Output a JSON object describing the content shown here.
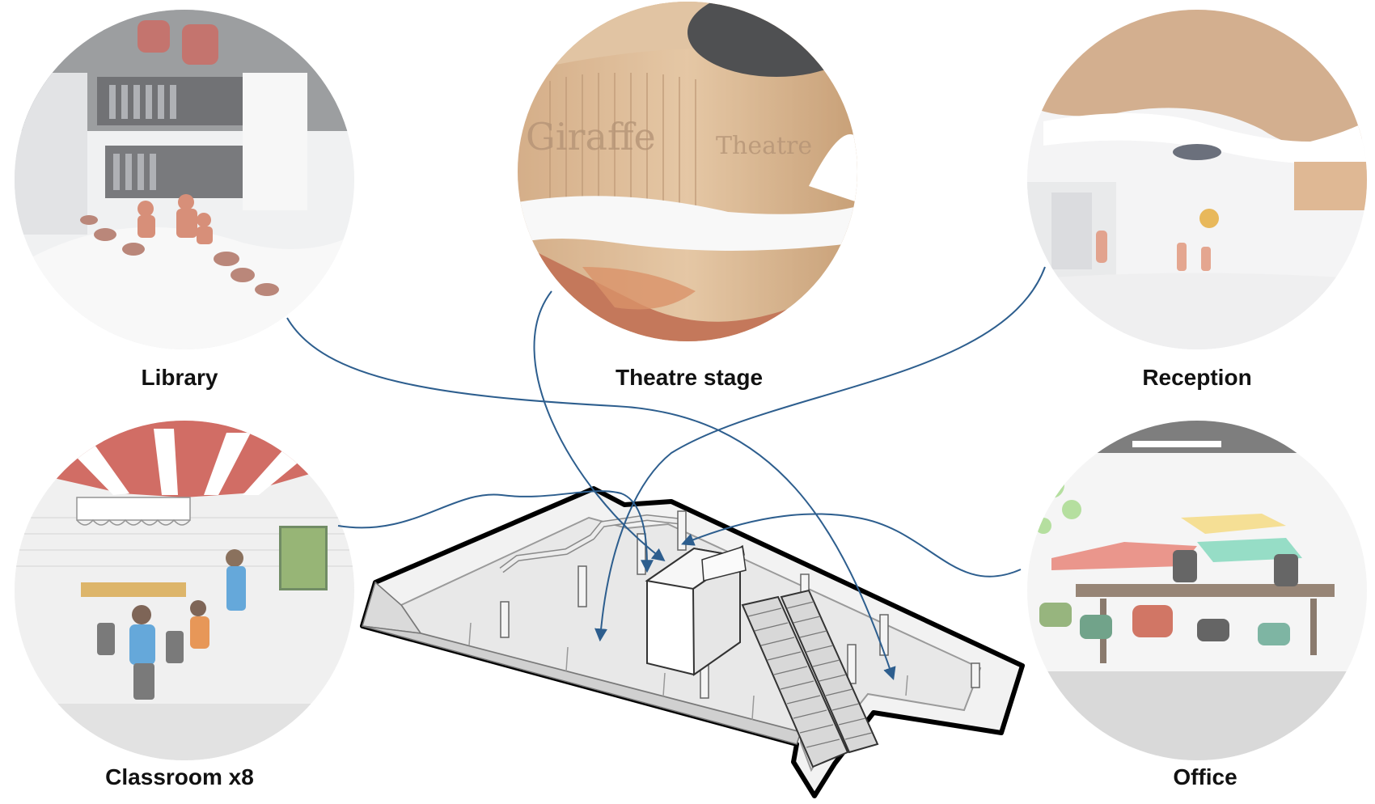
{
  "spaces": [
    {
      "id": "library",
      "label": "Library"
    },
    {
      "id": "theatre",
      "label": "Theatre stage"
    },
    {
      "id": "reception",
      "label": "Reception"
    },
    {
      "id": "classroom",
      "label": "Classroom x8"
    },
    {
      "id": "office",
      "label": "Office"
    }
  ],
  "colors": {
    "connector": "#2d5e8e",
    "outline": "#000000",
    "floor": "#f2f2f2",
    "wall": "#e4e4e4",
    "photo_tint": "#ffffff"
  }
}
